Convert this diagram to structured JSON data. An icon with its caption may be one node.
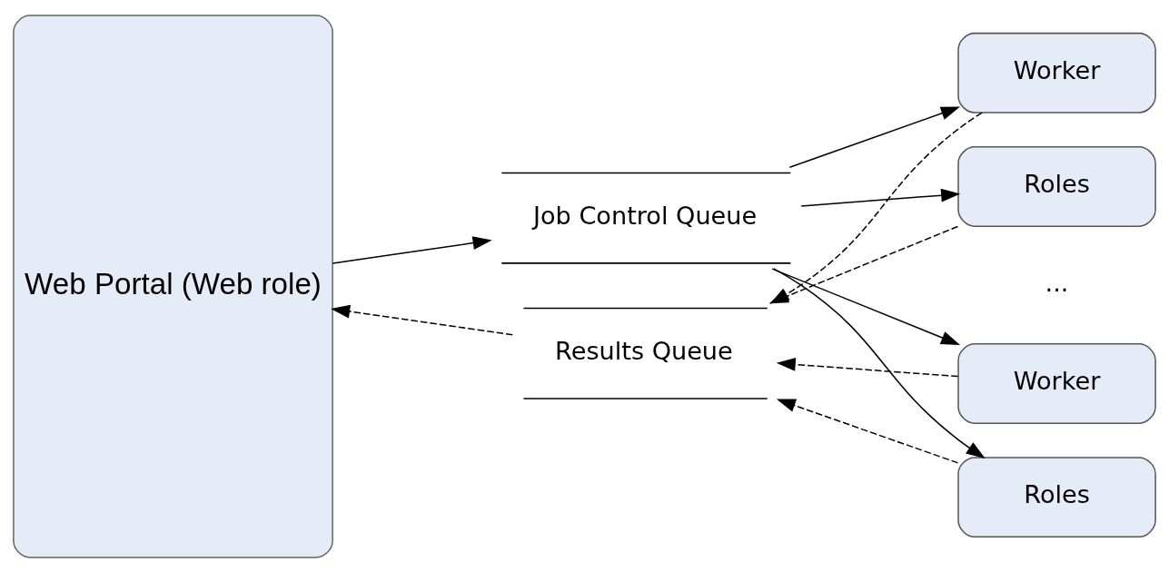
{
  "diagram": {
    "nodes": [
      {
        "text": [
          "Web Portal (Web role)"
        ]
      },
      {
        "text": [
          "Job Control Queue"
        ]
      },
      {
        "text": [
          "Results Queue"
        ]
      },
      {
        "text": [
          "Worker"
        ]
      },
      {
        "text": [
          "Roles"
        ]
      },
      {
        "text": [
          "Worker"
        ]
      },
      {
        "text": [
          "Roles"
        ]
      }
    ],
    "edges": [
      {
        "from": 0,
        "to": 1,
        "arrow": "to"
      },
      {
        "from": 1,
        "to": 3,
        "arrow": "to"
      },
      {
        "from": 1,
        "to": 4,
        "arrow": "to"
      },
      {
        "from": 1,
        "to": 5,
        "arrow": "to"
      },
      {
        "from": 1,
        "to": 6,
        "arrow": "to"
      },
      {
        "from": 3,
        "to": 2,
        "arrow": "to",
        "style": "dashed"
      },
      {
        "from": 4,
        "to": 2,
        "arrow": "to",
        "style": "dashed"
      },
      {
        "from": 5,
        "to": 2,
        "arrow": "to",
        "style": "dashed"
      },
      {
        "from": 6,
        "to": 2,
        "arrow": "to",
        "style": "dashed"
      },
      {
        "from": 2,
        "to": 0,
        "arrow": "to",
        "style": "dashed"
      }
    ],
    "labels": [
      "..."
    ]
  }
}
